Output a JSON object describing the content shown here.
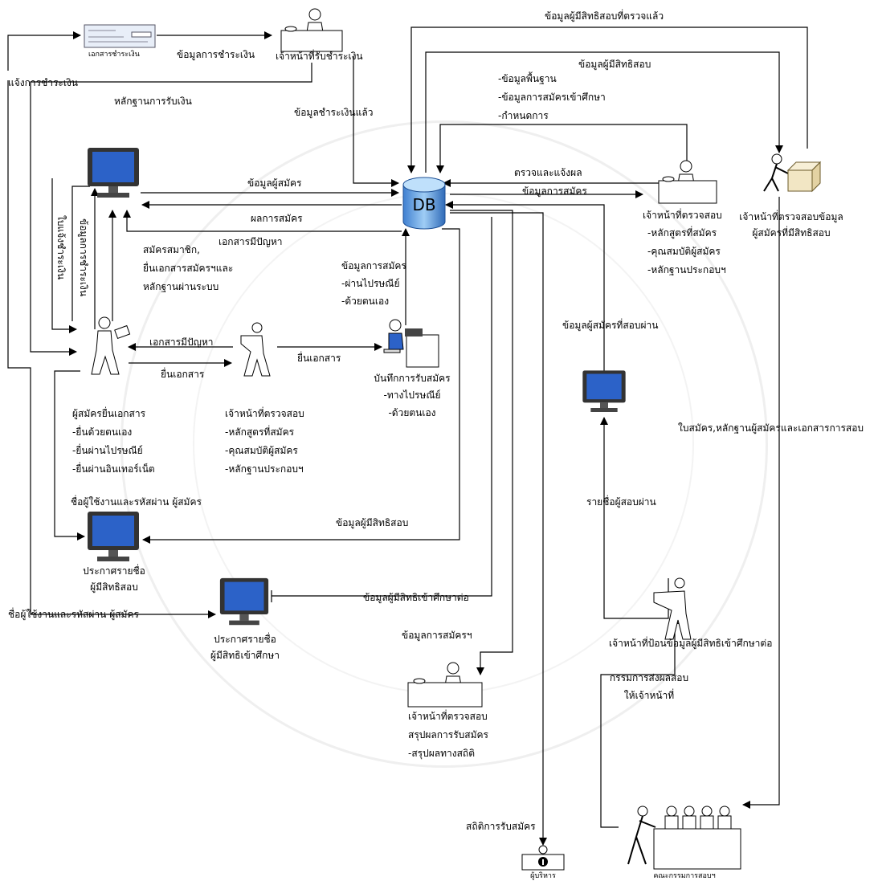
{
  "db": {
    "label": "DB"
  },
  "nodes": {
    "payment_doc": "เอกสารชำระเงิน",
    "payment_officer": "เจ้าหน้าที่รับชำระเงิน",
    "check_officer_top": "เจ้าหน้าที่ตรวจสอบ",
    "check_officer_top_items": [
      "-หลักสูตรที่สมัคร",
      "-คุณสมบัติผู้สมัคร",
      "-หลักฐานประกอบฯ"
    ],
    "eligibility_officer": [
      "เจ้าหน้าที่ตรวจสอบข้อมูล",
      "ผู้สมัครที่มีสิทธิสอบ"
    ],
    "record_application": "บันทึกการรับสมัคร",
    "record_application_items": [
      "-ทางไปรษณีย์",
      "-ด้วยตนเอง"
    ],
    "applicant_submit": "ผู้สมัครยื่นเอกสาร",
    "applicant_submit_items": [
      "-ยื่นด้วยตนเอง",
      "-ยื่นผ่านไปรษณีย์",
      "-ยื่นผ่านอินเทอร์เน็ต"
    ],
    "check_officer_mid": "เจ้าหน้าที่ตรวจสอบ",
    "check_officer_mid_items": [
      "-หลักสูตรที่สมัคร",
      "-คุณสมบัติผู้สมัคร",
      "-หลักฐานประกอบฯ"
    ],
    "announce_eligible": [
      "ประกาศรายชื่อ",
      "ผู้มีสิทธิสอบ"
    ],
    "announce_study": [
      "ประกาศรายชื่อ",
      "ผู้มีสิทธิเข้าศึกษา"
    ],
    "summary_officer": [
      "เจ้าหน้าที่ตรวจสอบ",
      "สรุปผลการรับสมัคร",
      "-สรุปผลทางสถิติ"
    ],
    "input_officer": "เจ้าหน้าที่ป้อนข้อมูลผู้มีสิทธิเข้าศึกษาต่อ",
    "executive": "ผู้บริหาร",
    "committee": "คณะกรรมการสอบฯ"
  },
  "labels": {
    "notify_payment": "แจ้งการชำระเงิน",
    "payment_info": "ข้อมูลการชำระเงิน",
    "receipt_proof": "หลักฐานการรับเงิน",
    "paid_info": "ข้อมูลชำระเงินแล้ว",
    "checked_eligible_info": "ข้อมูลผู้มีสิทธิสอบที่ตรวจแล้ว",
    "eligible_info": "ข้อมูลผู้มีสิทธิสอบ",
    "eligible_info_items": [
      "-ข้อมูลพื้นฐาน",
      "-ข้อมูลการสมัครเข้าศึกษา",
      "-กำหนดการ"
    ],
    "check_notify": "ตรวจและแจ้งผล",
    "application_info_right": "ข้อมูลการสมัคร",
    "applicant_info": "ข้อมูลผู้สมัคร",
    "application_result": "ผลการสมัคร",
    "problem_docs_top": "เอกสารมีปัญหา",
    "payment_slip": "ใบแจ้งชำระเงิน",
    "payment_data_vertical": "ข้อมูลการชำระเงิน",
    "register_member": [
      "สมัครสมาชิก,",
      "ยื่นเอกสารสมัครฯและ",
      "หลักฐานผ่านระบบ"
    ],
    "application_info_mid": [
      "ข้อมูลการสมัคร",
      "-ผ่านไปรษณีย์",
      "-ด้วยตนเอง"
    ],
    "problem_docs": "เอกสารมีปัญหา",
    "submit_docs_left": "ยื่นเอกสาร",
    "submit_docs_right": "ยื่นเอกสาร",
    "passed_info": "ข้อมูลผู้สมัครที่สอบผ่าน",
    "form_proof_exam": "ใบสมัคร,หลักฐานผู้สมัครและเอกสารการสอบ",
    "username_password_1": "ชื่อผู้ใช้งานและรหัสผ่าน ผู้สมัคร",
    "username_password_2": "ชื่อผู้ใช้งานและรหัสผ่าน ผู้สมัคร",
    "eligible_info_bottom": "ข้อมูลผู้มีสิทธิสอบ",
    "study_eligible_info": "ข้อมูลผู้มีสิทธิเข้าศึกษาต่อ",
    "application_info_bottom": "ข้อมูลการสมัครฯ",
    "passed_list": "รายชื่อผู้สอบผ่าน",
    "committee_send": [
      "กรรมการส่งผลสอบ",
      "ให้เจ้าหน้าที่"
    ],
    "application_stats": "สถิติการรับสมัคร"
  }
}
